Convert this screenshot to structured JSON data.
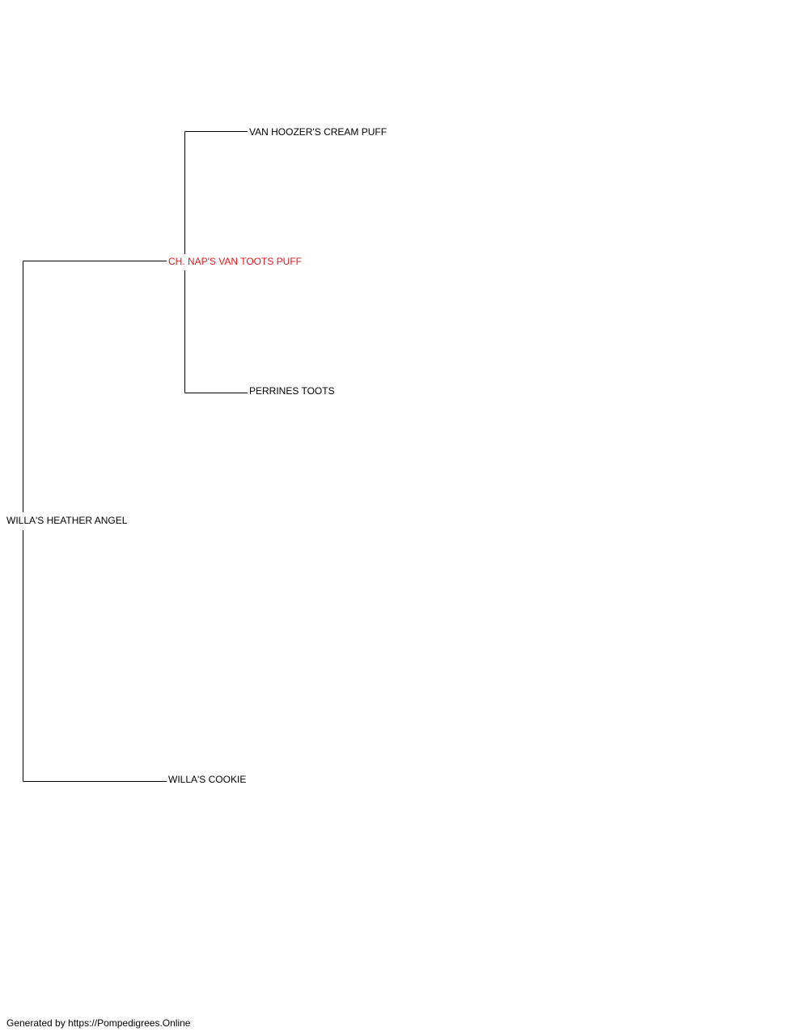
{
  "colors": {
    "default_text": "#000000",
    "highlight_text": "#e41a1c",
    "line": "#000000"
  },
  "pedigree": {
    "subject": {
      "name": "WILLA'S HEATHER ANGEL"
    },
    "sire": {
      "name": "CH. NAP'S VAN TOOTS PUFF",
      "highlighted": true
    },
    "dam": {
      "name": "WILLA'S COOKIE"
    },
    "sire_sire": {
      "name": "VAN HOOZER'S CREAM PUFF"
    },
    "sire_dam": {
      "name": "PERRINES TOOTS"
    }
  },
  "footer": {
    "text": "Generated by https://Pompedigrees.Online"
  }
}
